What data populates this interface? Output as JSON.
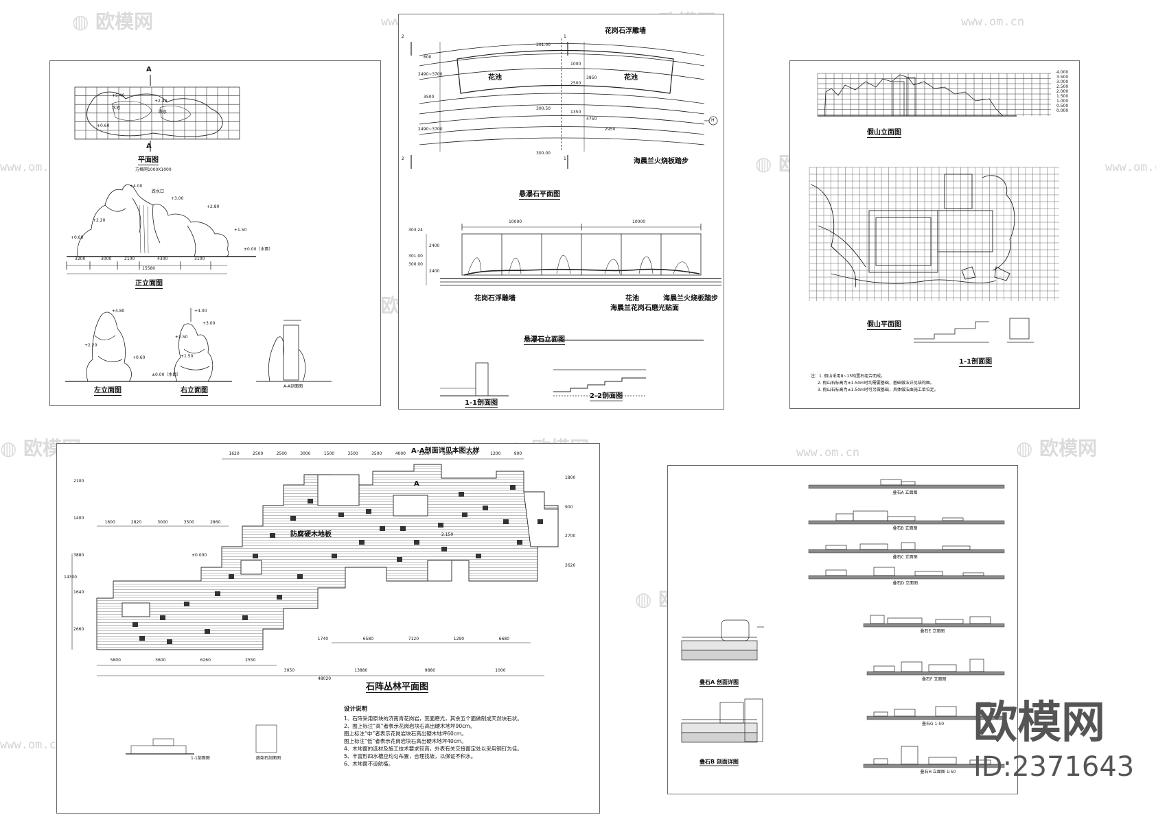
{
  "sheet1": {
    "section_mark": "A",
    "plan_title": "平面图",
    "plan_subtitle": "方格网1000X1000",
    "plan_labels": [
      "+5.40",
      "水池",
      "跌水",
      "+0.60",
      "+2.40"
    ],
    "front_title": "正立面图",
    "front_levels": [
      "+4.00",
      "+3.00",
      "+2.80",
      "+2.20",
      "+0.60",
      "+1.50",
      "±0.00（水面）",
      "跌水口"
    ],
    "front_dims": [
      "3200",
      "3000",
      "2100",
      "4300",
      "3100"
    ],
    "front_total": "15580",
    "left_title": "左立面图",
    "left_levels": [
      "+4.80",
      "+2.20",
      "+0.60"
    ],
    "right_title": "右立面图",
    "right_levels": [
      "+4.00",
      "+3.00",
      "+2.50",
      "+1.50",
      "±0.00（水面）"
    ],
    "section_title": "A-A剖面图"
  },
  "sheet2": {
    "plan_title": "悬瀑石平面图",
    "elev_title": "悬瀑石立面图",
    "plan_labels": [
      "花池",
      "花池"
    ],
    "callout_top": "花岗石浮雕墙",
    "callout_bottom": "海晨兰火烧板踏步",
    "plan_levels": [
      "301.00",
      "300.50",
      "300.00"
    ],
    "plan_dims_left": [
      "600",
      "2490~3700",
      "3500",
      "2490~3700"
    ],
    "plan_dims_right": [
      "1000",
      "2500",
      "3850",
      "1350",
      "4750",
      "2950"
    ],
    "axis_mark": "H",
    "section_marks": [
      "2",
      "1",
      "2",
      "1"
    ],
    "elev_dims": [
      "10000",
      "10000"
    ],
    "elev_levels": [
      "303.24",
      "301.00",
      "300.00"
    ],
    "elev_side_dims": [
      "2400",
      "2400"
    ],
    "elev_callouts": [
      "花岗石浮雕墙",
      "花池",
      "海晨兰火烧板踏步",
      "海晨兰花岗石磨光贴面"
    ],
    "sec1_title": "1-1剖面图",
    "sec2_title": "2-2剖面图"
  },
  "sheet3": {
    "elev_title": "假山立面图",
    "plan_title": "假山平面图",
    "sec_title": "1-1剖面图",
    "scale_values": [
      "4.000",
      "3.500",
      "3.000",
      "2.500",
      "2.000",
      "1.500",
      "1.000",
      "0.500",
      "0.000"
    ],
    "notes": [
      "注：1. 假山采用8~15吨置石组合而成。",
      "2. 假山石标高为±1.50m时均需要基础，基础做法详见结构图。",
      "3. 假山石标高为±1.50m时可另做基础，具体做法由施工单位定。"
    ]
  },
  "sheet4": {
    "plan_title": "石阵丛林平面图",
    "callout": "A-A剖面详见本图大样",
    "section_mark": "A",
    "center_label": "防腐硬木地板",
    "level_marks": [
      "±0.000",
      "2.150"
    ],
    "top_dims": [
      "1620",
      "2500",
      "2500",
      "3000",
      "1500",
      "3500",
      "3500",
      "4000",
      "2500",
      "3500",
      "3000",
      "1200",
      "900"
    ],
    "left_dims": [
      "2100",
      "1400",
      "3880",
      "1640",
      "2660"
    ],
    "right_dims": [
      "1800",
      "900",
      "2700",
      "2620"
    ],
    "mid_dims": [
      "1600",
      "2820",
      "3000",
      "3500",
      "2860"
    ],
    "inner_dims": [
      "1740",
      "6580",
      "7120",
      "1290",
      "6680"
    ],
    "lower_dims": [
      "3050",
      "13880",
      "9880",
      "1000"
    ],
    "bottom_dims": [
      "5800",
      "3600",
      "6260",
      "2550"
    ],
    "total_width": "48020",
    "total_height": "14300",
    "notes_title": "设计说明",
    "notes": [
      "1、石阵采用原块的济南青花岗岩，荒面磨光，其余五个面做制成天然块石状。",
      "2、图上标注“高”者表示花岗岩块石高出硬木地坪90cm。",
      "   图上标注“中”者表示花岗岩块石高出硬木地坪60cm。",
      "   图上标注“低”者表示花岗岩块石高出硬木地坪40cm。",
      "4、木地面的选材及施工技术要求较高，外表有关交接面定处以采用铜钉为佳。",
      "5、丰富形四水槽应均匀布置，合理找坡，以保证不积水。",
      "6、木地面不设航槛。"
    ],
    "detail_labels": [
      "1-1剖面图",
      "廊架石剖面图"
    ]
  },
  "sheet5": {
    "elevation_labels": [
      "叠石A 立面图",
      "叠石B 立面图",
      "叠石C 立面图",
      "叠石D 立面图",
      "叠石E 立面图",
      "叠石F 立面图",
      "叠石G 1:50",
      "叠石H 立面图 1:50"
    ],
    "detail_a_title": "叠石A 剖面详图",
    "detail_b_title": "叠石B 剖面详图"
  },
  "watermark": {
    "logo_text": "欧模网",
    "url": "www.om.cn"
  },
  "brand": {
    "name": "欧模网",
    "id": "ID:2371643"
  }
}
